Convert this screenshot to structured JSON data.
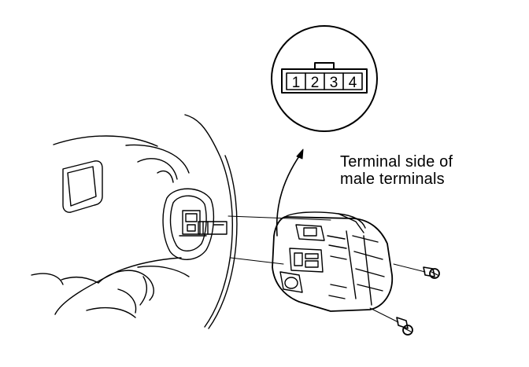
{
  "connector": {
    "pins": [
      "1",
      "2",
      "3",
      "4"
    ]
  },
  "callout": {
    "line1": "Terminal side of",
    "line2": "male terminals"
  }
}
